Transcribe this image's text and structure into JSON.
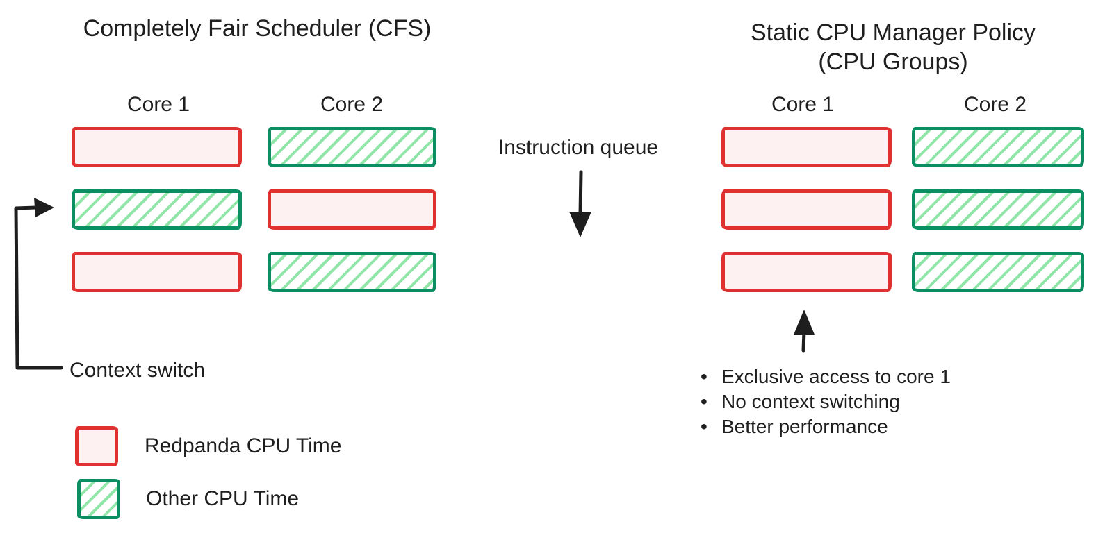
{
  "left_panel": {
    "title": "Completely Fair Scheduler (CFS)",
    "core1_label": "Core 1",
    "core2_label": "Core 2",
    "core1_slots": [
      "redpanda",
      "other",
      "redpanda"
    ],
    "core2_slots": [
      "other",
      "redpanda",
      "other"
    ],
    "context_switch_label": "Context switch"
  },
  "middle": {
    "instruction_queue_label": "Instruction queue"
  },
  "right_panel": {
    "title_line1": "Static CPU Manager Policy",
    "title_line2": "(CPU Groups)",
    "core1_label": "Core 1",
    "core2_label": "Core 2",
    "core1_slots": [
      "redpanda",
      "redpanda",
      "redpanda"
    ],
    "core2_slots": [
      "other",
      "other",
      "other"
    ],
    "bullets": [
      "Exclusive access to core 1",
      "No context switching",
      "Better performance"
    ]
  },
  "legend": {
    "items": [
      {
        "type": "redpanda",
        "label": "Redpanda CPU Time"
      },
      {
        "type": "other",
        "label": "Other CPU Time"
      }
    ]
  },
  "colors": {
    "redpanda_stroke": "#e03131",
    "redpanda_fill": "#fdf1f1",
    "other_stroke": "#0b8f62",
    "other_hatch": "#90e6a9",
    "text": "#1e1e1e"
  }
}
